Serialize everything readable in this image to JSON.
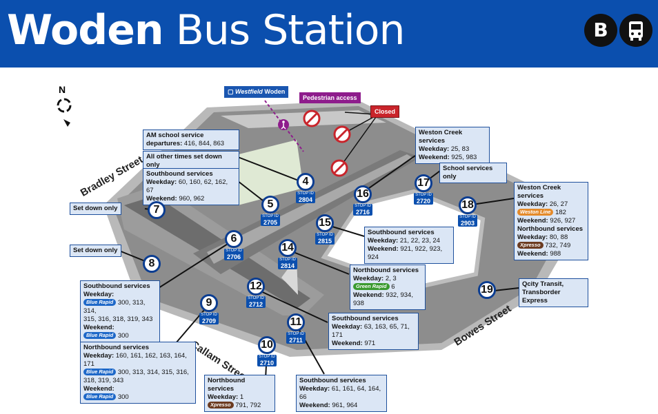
{
  "header": {
    "title_bold": "Woden",
    "title_rest": "Bus Station",
    "icon_b_label": "B"
  },
  "compass": {
    "label": "N"
  },
  "landmarks": {
    "westfield_brand": "Westfield",
    "westfield_name": "Woden",
    "pedestrian": "Pedestrian access",
    "closed": "Closed"
  },
  "streets": {
    "bradley": "Bradley Street",
    "callam": "Callam Street",
    "bowes": "Bowes Street"
  },
  "stop_id_label": "STOP ID",
  "stops": {
    "s4": {
      "num": "4",
      "id": "2804"
    },
    "s5": {
      "num": "5",
      "id": "2705"
    },
    "s6": {
      "num": "6",
      "id": "2706"
    },
    "s7": {
      "num": "7"
    },
    "s8": {
      "num": "8"
    },
    "s9": {
      "num": "9",
      "id": "2709"
    },
    "s10": {
      "num": "10",
      "id": "2710"
    },
    "s11": {
      "num": "11",
      "id": "2711"
    },
    "s12": {
      "num": "12",
      "id": "2712"
    },
    "s14": {
      "num": "14",
      "id": "2814"
    },
    "s15": {
      "num": "15",
      "id": "2815"
    },
    "s16": {
      "num": "16",
      "id": "2716"
    },
    "s17": {
      "num": "17",
      "id": "2720"
    },
    "s18": {
      "num": "18",
      "id": "2903"
    },
    "s19": {
      "num": "19"
    }
  },
  "labels": {
    "am_school": {
      "l1": "AM school service",
      "l2a": "departures:",
      "l2b": "416, 844, 863"
    },
    "other_times": "All other times set down only",
    "sb5": {
      "h": "Southbound services",
      "wd": "Weekday:",
      "wdv": "60, 160, 62, 162, 67",
      "we": "Weekend:",
      "wev": "960, 962"
    },
    "setdown7": "Set down only",
    "setdown8": "Set down only",
    "sb9": {
      "h": "Southbound services",
      "wd": "Weekday:",
      "pill": "Blue Rapid",
      "wdv": "300, 313, 314,",
      "wdv2": "315, 316, 318, 319, 343",
      "we": "Weekend:",
      "pill2": "Blue Rapid",
      "wev": "300"
    },
    "nb_callam": {
      "h": "Northbound services",
      "wd": "Weekday:",
      "wdv": "160, 161, 162, 163, 164, 171",
      "pill": "Blue Rapid",
      "wdv2": "300, 313, 314, 315, 316,",
      "wdv3": "318, 319, 343",
      "we": "Weekend:",
      "pill2": "Blue Rapid",
      "wev": "300"
    },
    "nb10": {
      "h": "Northbound services",
      "wd": "Weekday:",
      "wdv": "1",
      "pill": "Xpresso",
      "wdv2": "791, 792"
    },
    "sb11": {
      "h": "Southbound services",
      "wd": "Weekday:",
      "wdv": "61, 161, 64, 164, 66",
      "we": "Weekend:",
      "wev": "961, 964"
    },
    "sb12": {
      "h": "Southbound services",
      "wd": "Weekday:",
      "wdv": "63, 163, 65, 71, 171",
      "we": "Weekend:",
      "wev": "971"
    },
    "nb14": {
      "h": "Northbound services",
      "wd": "Weekday:",
      "wdv": "2, 3",
      "pill": "Green Rapid",
      "wdv2": "6",
      "we": "Weekend:",
      "wev": "932, 934, 938"
    },
    "sb15": {
      "h": "Southbound services",
      "wd": "Weekday:",
      "wdv": "21, 22, 23, 24",
      "we": "Weekend:",
      "wev": "921, 922, 923, 924"
    },
    "wc16": {
      "h": "Weston Creek services",
      "wd": "Weekday:",
      "wdv": "25, 83",
      "we": "Weekend:",
      "wev": "925, 983"
    },
    "school17": "School services only",
    "wc18": {
      "h": "Weston Creek services",
      "wd": "Weekday:",
      "wdv": "26, 27",
      "pill": "Weston Line",
      "wdv2": "182",
      "we": "Weekend:",
      "wev": "926, 927",
      "h2": "Northbound services",
      "wd2": "Weekday:",
      "wdv3": "80, 88",
      "pill2": "Xpresso",
      "wdv4": "732, 749",
      "we2": "Weekend:",
      "wev2": "988"
    },
    "qcity19": {
      "l1": "Qcity Transit,",
      "l2": "Transborder Express"
    }
  },
  "colors": {
    "header_blue": "#0b4fae",
    "label_fill": "#dbe6f5",
    "label_border": "#1d4f9c",
    "pedestrian_purple": "#8e1c8c",
    "closed_red": "#c9242b",
    "westfield_blue": "#1a56b0"
  }
}
